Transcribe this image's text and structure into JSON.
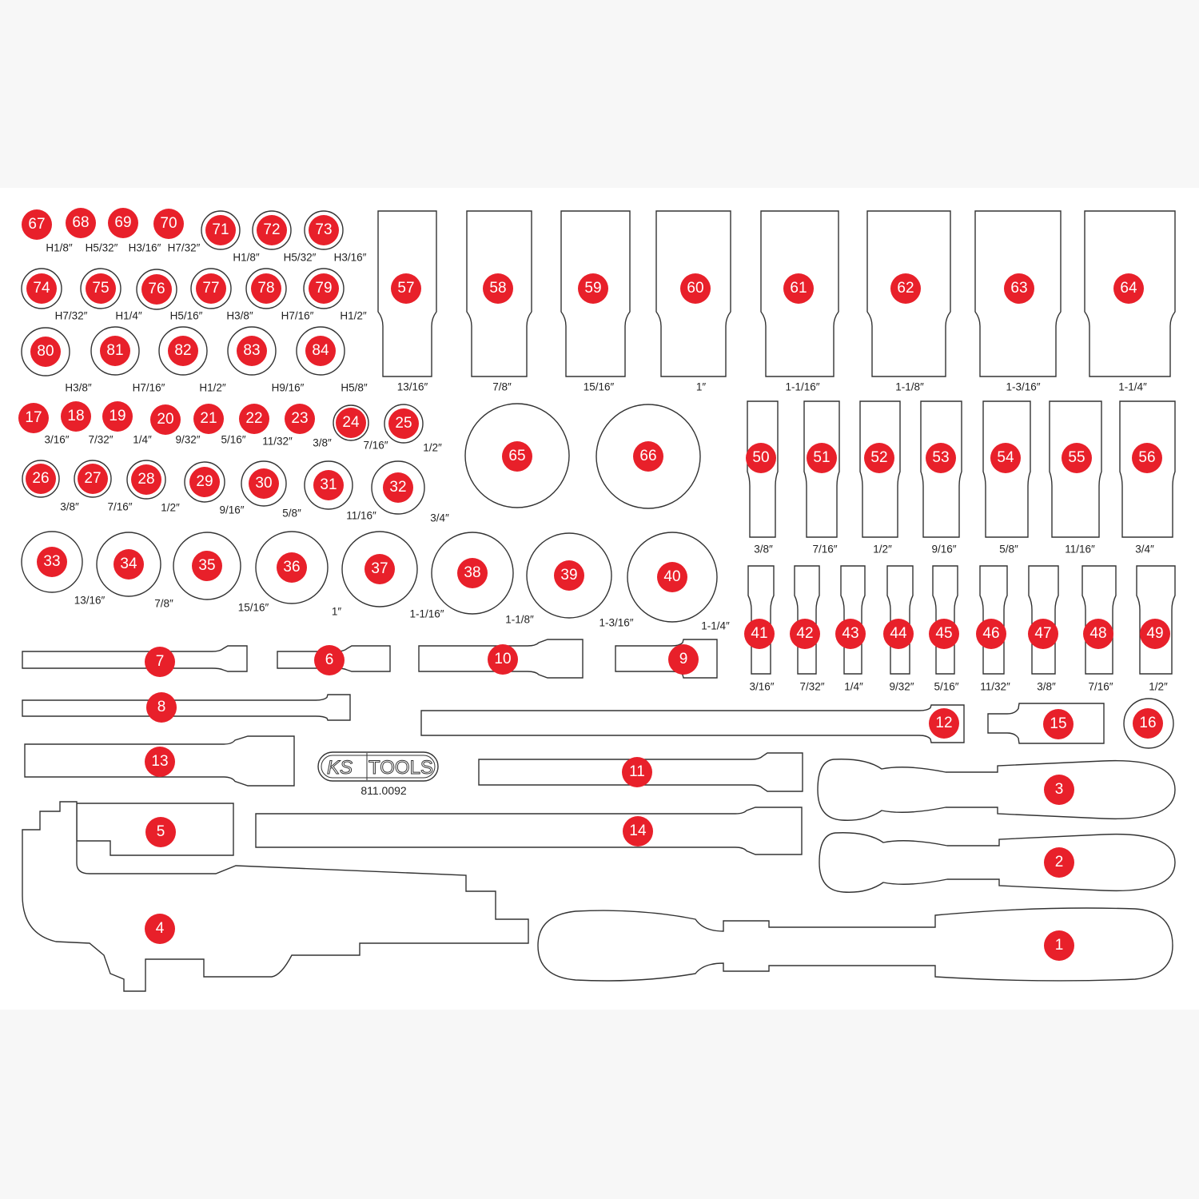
{
  "brand": {
    "logo_text": "KS TOOLS",
    "part_number": "811.0092"
  },
  "colors": {
    "marker": "#e8202a",
    "outline": "#333333",
    "background": "#f7f7f7"
  },
  "markers": {
    "m1": {
      "number": "1"
    },
    "m2": {
      "number": "2"
    },
    "m3": {
      "number": "3"
    },
    "m4": {
      "number": "4"
    },
    "m5": {
      "number": "5"
    },
    "m6": {
      "number": "6"
    },
    "m7": {
      "number": "7"
    },
    "m8": {
      "number": "8"
    },
    "m9": {
      "number": "9"
    },
    "m10": {
      "number": "10"
    },
    "m11": {
      "number": "11"
    },
    "m12": {
      "number": "12"
    },
    "m13": {
      "number": "13"
    },
    "m14": {
      "number": "14"
    },
    "m15": {
      "number": "15"
    },
    "m16": {
      "number": "16"
    },
    "m17": {
      "number": "17",
      "size": "3/16″"
    },
    "m18": {
      "number": "18",
      "size": "7/32″"
    },
    "m19": {
      "number": "19",
      "size": "1/4″"
    },
    "m20": {
      "number": "20",
      "size": "9/32″"
    },
    "m21": {
      "number": "21",
      "size": "5/16″"
    },
    "m22": {
      "number": "22",
      "size": "11/32″"
    },
    "m23": {
      "number": "23",
      "size": "3/8″"
    },
    "m24": {
      "number": "24",
      "size": "7/16″"
    },
    "m25": {
      "number": "25",
      "size": "1/2″"
    },
    "m26": {
      "number": "26",
      "size": "3/8″"
    },
    "m27": {
      "number": "27",
      "size": "7/16″"
    },
    "m28": {
      "number": "28",
      "size": "1/2″"
    },
    "m29": {
      "number": "29",
      "size": "9/16″"
    },
    "m30": {
      "number": "30",
      "size": "5/8″"
    },
    "m31": {
      "number": "31",
      "size": "11/16″"
    },
    "m32": {
      "number": "32",
      "size": "3/4″"
    },
    "m33": {
      "number": "33",
      "size": "13/16″"
    },
    "m34": {
      "number": "34",
      "size": "7/8″"
    },
    "m35": {
      "number": "35",
      "size": "15/16″"
    },
    "m36": {
      "number": "36",
      "size": "1″"
    },
    "m37": {
      "number": "37",
      "size": "1-1/16″"
    },
    "m38": {
      "number": "38",
      "size": "1-1/8″"
    },
    "m39": {
      "number": "39",
      "size": "1-3/16″"
    },
    "m40": {
      "number": "40",
      "size": "1-1/4″"
    },
    "m41": {
      "number": "41",
      "size": "3/16″"
    },
    "m42": {
      "number": "42",
      "size": "7/32″"
    },
    "m43": {
      "number": "43",
      "size": "1/4″"
    },
    "m44": {
      "number": "44",
      "size": "9/32″"
    },
    "m45": {
      "number": "45",
      "size": "5/16″"
    },
    "m46": {
      "number": "46",
      "size": "11/32″"
    },
    "m47": {
      "number": "47",
      "size": "3/8″"
    },
    "m48": {
      "number": "48",
      "size": "7/16″"
    },
    "m49": {
      "number": "49",
      "size": "1/2″"
    },
    "m50": {
      "number": "50",
      "size": "3/8″"
    },
    "m51": {
      "number": "51",
      "size": "7/16″"
    },
    "m52": {
      "number": "52",
      "size": "1/2″"
    },
    "m53": {
      "number": "53",
      "size": "9/16″"
    },
    "m54": {
      "number": "54",
      "size": "5/8″"
    },
    "m55": {
      "number": "55",
      "size": "11/16″"
    },
    "m56": {
      "number": "56",
      "size": "3/4″"
    },
    "m57": {
      "number": "57",
      "size": "13/16″"
    },
    "m58": {
      "number": "58",
      "size": "7/8″"
    },
    "m59": {
      "number": "59",
      "size": "15/16″"
    },
    "m60": {
      "number": "60",
      "size": "1″"
    },
    "m61": {
      "number": "61",
      "size": "1-1/16″"
    },
    "m62": {
      "number": "62",
      "size": "1-1/8″"
    },
    "m63": {
      "number": "63",
      "size": "1-3/16″"
    },
    "m64": {
      "number": "64",
      "size": "1-1/4″"
    },
    "m65": {
      "number": "65"
    },
    "m66": {
      "number": "66"
    },
    "m67": {
      "number": "67",
      "size": "H1/8″"
    },
    "m68": {
      "number": "68",
      "size": "H5/32″"
    },
    "m69": {
      "number": "69",
      "size": "H3/16″"
    },
    "m70": {
      "number": "70",
      "size": "H7/32″"
    },
    "m71": {
      "number": "71",
      "size": "H1/8″"
    },
    "m72": {
      "number": "72",
      "size": "H5/32″"
    },
    "m73": {
      "number": "73",
      "size": "H3/16″"
    },
    "m74": {
      "number": "74",
      "size": "H7/32″"
    },
    "m75": {
      "number": "75",
      "size": "H1/4″"
    },
    "m76": {
      "number": "76",
      "size": "H5/16″"
    },
    "m77": {
      "number": "77",
      "size": "H3/8″"
    },
    "m78": {
      "number": "78",
      "size": "H7/16″"
    },
    "m79": {
      "number": "79",
      "size": "H1/2″"
    },
    "m80": {
      "number": "80",
      "size": "H3/8″"
    },
    "m81": {
      "number": "81",
      "size": "H7/16″"
    },
    "m82": {
      "number": "82",
      "size": "H1/2″"
    },
    "m83": {
      "number": "83",
      "size": "H9/16″"
    },
    "m84": {
      "number": "84",
      "size": "H5/8″"
    }
  }
}
